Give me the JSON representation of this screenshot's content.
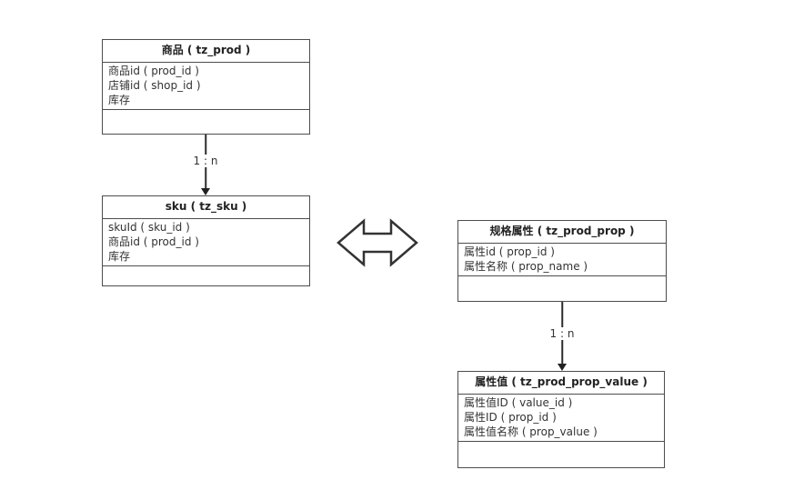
{
  "colors": {
    "border": "#4d4d4d",
    "text": "#333333",
    "arrow_stroke": "#333333",
    "arrow_fill": "#ffffff"
  },
  "tables": [
    {
      "title": "商品 ( tz_prod )",
      "fields": [
        "商品id ( prod_id )",
        "店铺id ( shop_id )",
        "库存"
      ]
    },
    {
      "title": "sku ( tz_sku )",
      "fields": [
        "skuId ( sku_id )",
        "商品id ( prod_id )",
        "库存"
      ]
    },
    {
      "title": "规格属性 ( tz_prod_prop )",
      "fields": [
        "属性id ( prop_id )",
        "属性名称 ( prop_name )"
      ]
    },
    {
      "title": "属性值 ( tz_prod_prop_value )",
      "fields": [
        "属性值ID ( value_id )",
        "属性ID ( prop_id )",
        "属性值名称 ( prop_value )"
      ]
    }
  ],
  "connectors": [
    {
      "label": "1 : n"
    },
    {
      "label": "1 : n"
    }
  ]
}
